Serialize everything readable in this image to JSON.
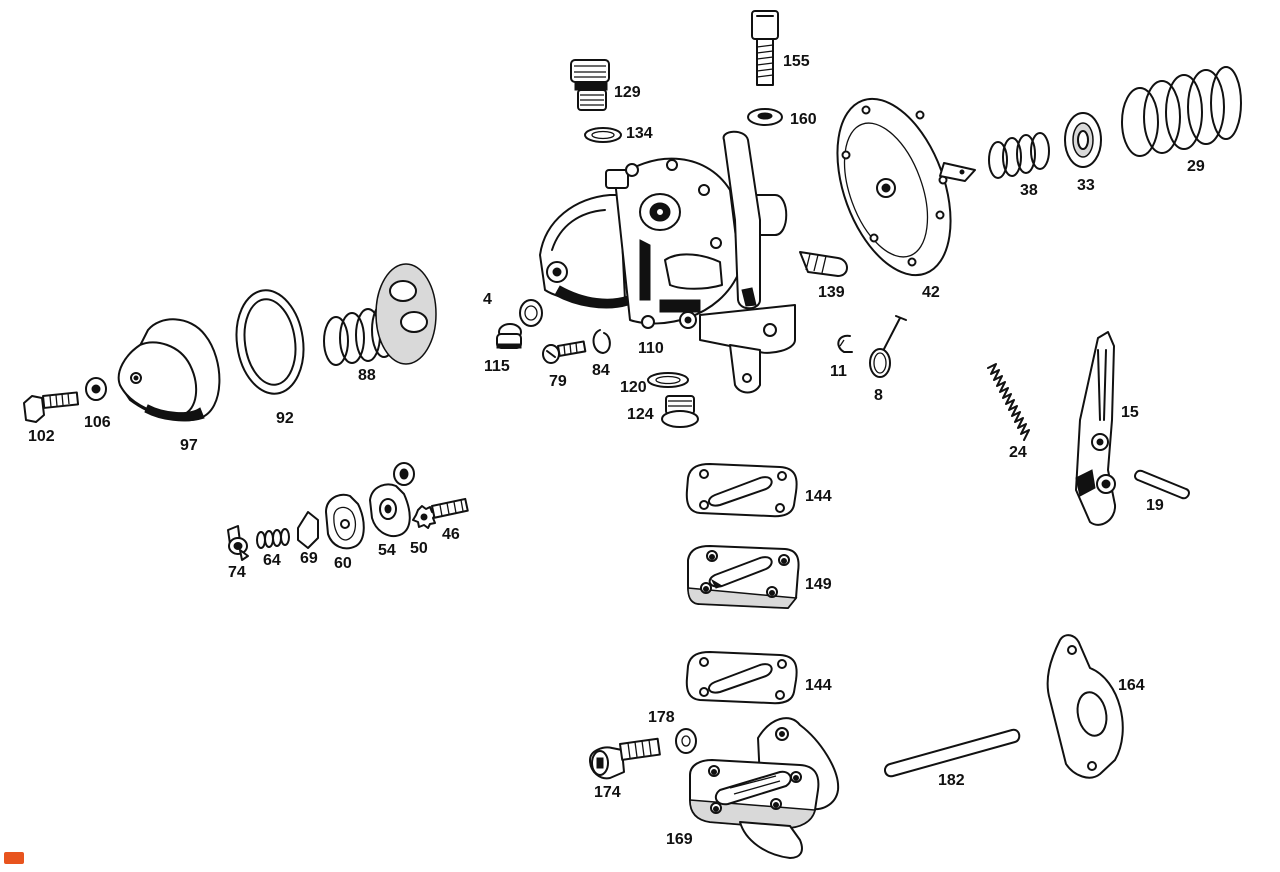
{
  "diagram": {
    "parts": [
      {
        "id": "p155",
        "label": "155"
      },
      {
        "id": "p129",
        "label": "129"
      },
      {
        "id": "p160",
        "label": "160"
      },
      {
        "id": "p134",
        "label": "134"
      },
      {
        "id": "p42",
        "label": "42"
      },
      {
        "id": "p38",
        "label": "38"
      },
      {
        "id": "p33",
        "label": "33"
      },
      {
        "id": "p29",
        "label": "29"
      },
      {
        "id": "p139",
        "label": "139"
      },
      {
        "id": "p110",
        "label": "110"
      },
      {
        "id": "p4",
        "label": "4"
      },
      {
        "id": "p115",
        "label": "115"
      },
      {
        "id": "p79",
        "label": "79"
      },
      {
        "id": "p84",
        "label": "84"
      },
      {
        "id": "p88",
        "label": "88"
      },
      {
        "id": "p92",
        "label": "92"
      },
      {
        "id": "p97",
        "label": "97"
      },
      {
        "id": "p102",
        "label": "102"
      },
      {
        "id": "p106",
        "label": "106"
      },
      {
        "id": "p120",
        "label": "120"
      },
      {
        "id": "p124",
        "label": "124"
      },
      {
        "id": "p11",
        "label": "11"
      },
      {
        "id": "p8",
        "label": "8"
      },
      {
        "id": "p24",
        "label": "24"
      },
      {
        "id": "p15",
        "label": "15"
      },
      {
        "id": "p19",
        "label": "19"
      },
      {
        "id": "p144a",
        "label": "144"
      },
      {
        "id": "p149",
        "label": "149"
      },
      {
        "id": "p144b",
        "label": "144"
      },
      {
        "id": "p164",
        "label": "164"
      },
      {
        "id": "p178",
        "label": "178"
      },
      {
        "id": "p174",
        "label": "174"
      },
      {
        "id": "p169",
        "label": "169"
      },
      {
        "id": "p182",
        "label": "182"
      },
      {
        "id": "p74",
        "label": "74"
      },
      {
        "id": "p64",
        "label": "64"
      },
      {
        "id": "p69",
        "label": "69"
      },
      {
        "id": "p60",
        "label": "60"
      },
      {
        "id": "p54",
        "label": "54"
      },
      {
        "id": "p50",
        "label": "50"
      },
      {
        "id": "p46",
        "label": "46"
      }
    ]
  },
  "colors": {
    "ink": "#111111",
    "paper": "#ffffff",
    "brand": "#e8541e"
  }
}
